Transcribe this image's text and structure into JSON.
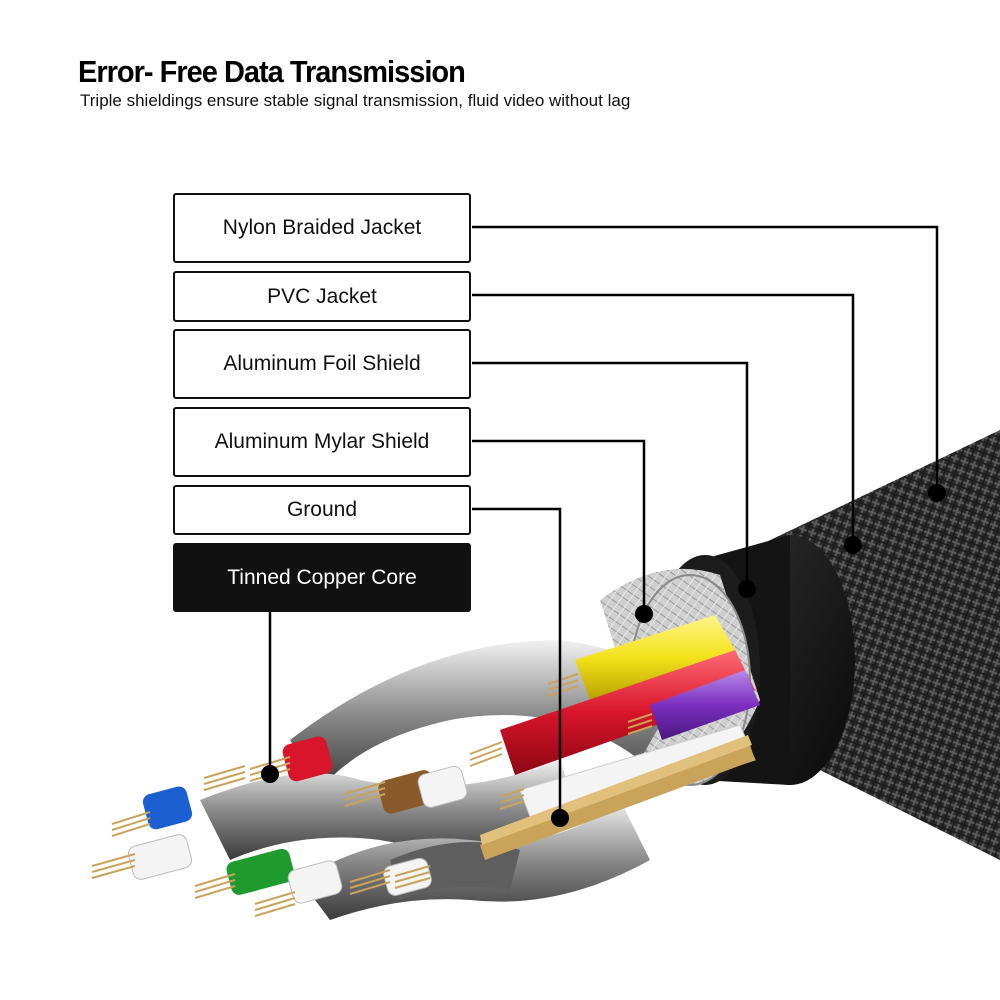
{
  "header": {
    "title": "Error- Free Data Transmission",
    "subtitle": "Triple shieldings ensure stable signal transmission, fluid video without lag"
  },
  "layers": [
    {
      "label": "Nylon Braided Jacket"
    },
    {
      "label": "PVC Jacket"
    },
    {
      "label": "Aluminum Foil Shield"
    },
    {
      "label": "Aluminum Mylar Shield"
    },
    {
      "label": "Ground"
    },
    {
      "label": "Tinned Copper Core"
    }
  ],
  "colors": {
    "braid": "#2b2b2b",
    "pvc": "#151515",
    "foil": "#c9c9c9",
    "wire_yellow": "#f3e21a",
    "wire_red": "#d8152a",
    "wire_purple": "#7b2fbf",
    "wire_blue": "#1c5fd1",
    "wire_green": "#1f9b2e",
    "copper": "#c9a35a",
    "callout": "#000000"
  }
}
